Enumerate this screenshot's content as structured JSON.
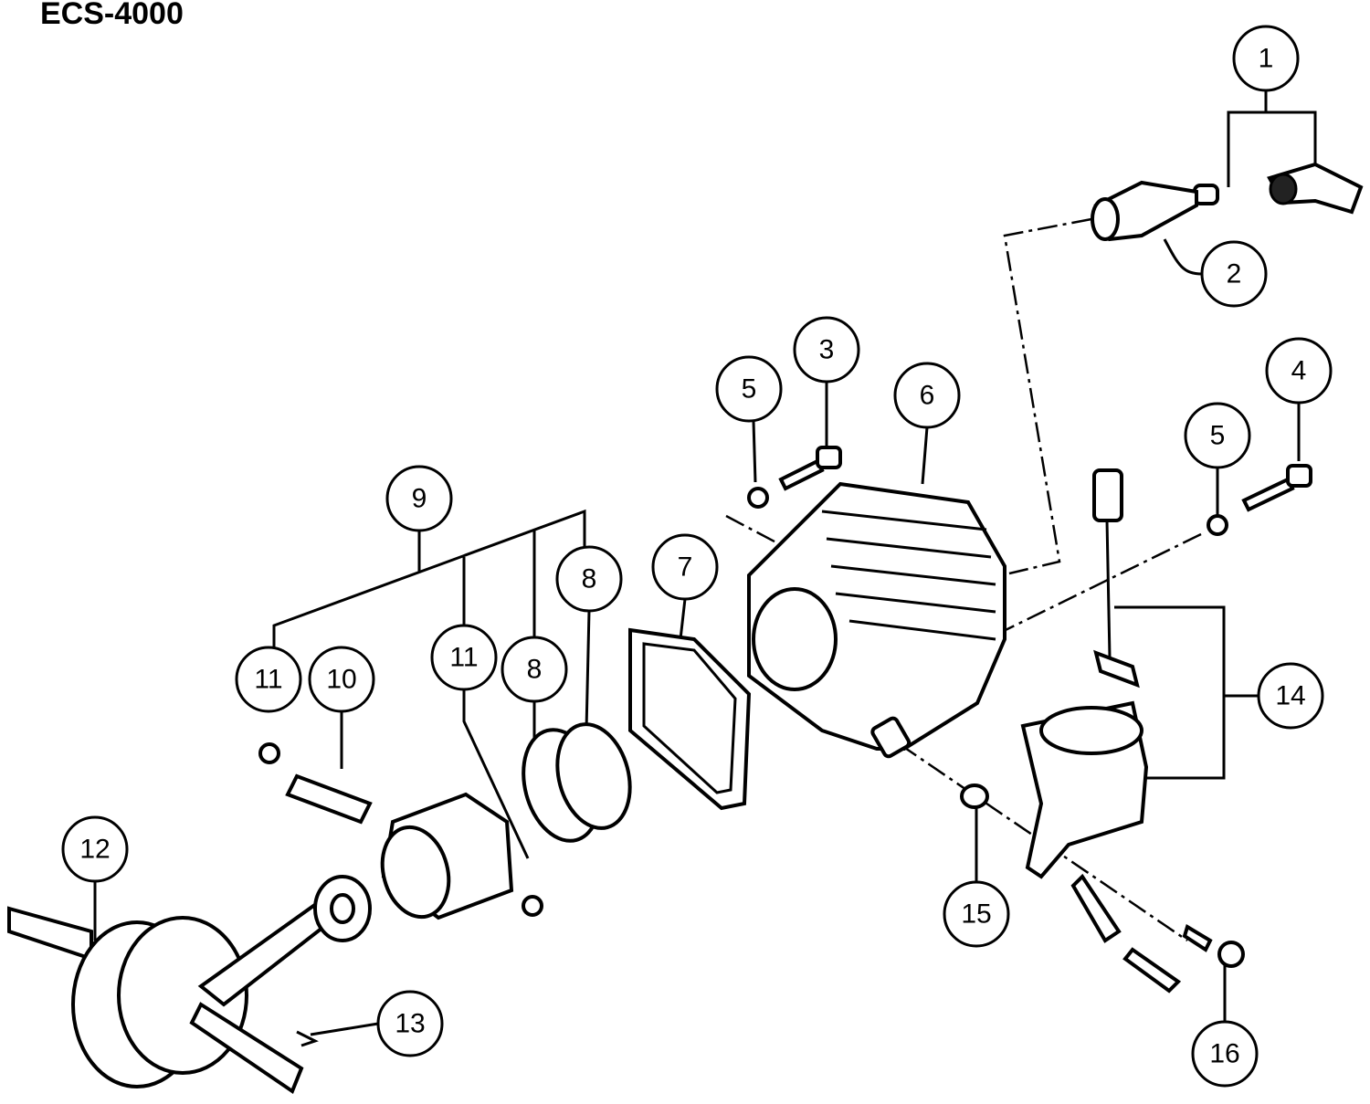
{
  "title": "ECS-4000",
  "callouts": [
    "1",
    "2",
    "3",
    "4",
    "5",
    "5",
    "6",
    "7",
    "8",
    "8",
    "9",
    "10",
    "11",
    "11",
    "12",
    "13",
    "14",
    "15",
    "16"
  ]
}
